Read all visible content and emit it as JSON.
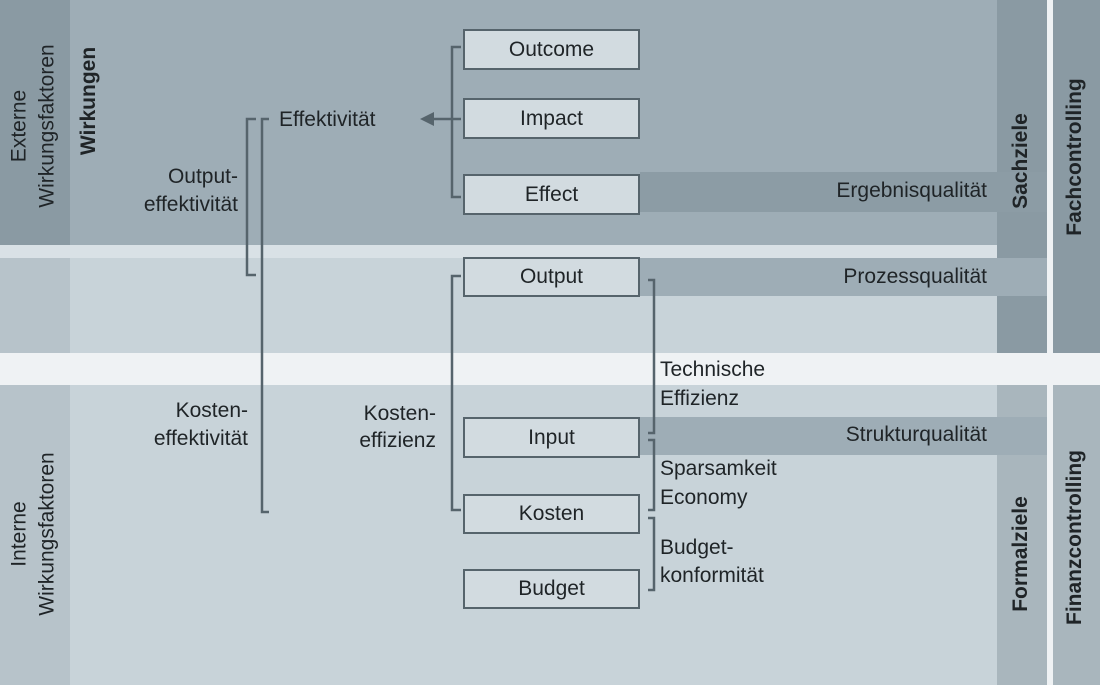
{
  "left_labels": {
    "externe_line1": "Externe",
    "externe_line2": "Wirkungsfaktoren",
    "interne_line1": "Interne",
    "interne_line2": "Wirkungsfaktoren",
    "wirkungen": "Wirkungen"
  },
  "right_labels": {
    "sachziele": "Sachziele",
    "formalziele": "Formalziele",
    "fachcontrolling": "Fachcontrolling",
    "finanzcontrolling": "Finanzcontrolling"
  },
  "effectiveness": {
    "effektivitaet": "Effektivität",
    "output_eff_line1": "Output-",
    "output_eff_line2": "effektivität",
    "kosten_eff_line1": "Kosten-",
    "kosten_eff_line2": "effektivität",
    "kosten_effizienz_line1": "Kosten-",
    "kosten_effizienz_line2": "effizienz"
  },
  "boxes": {
    "outcome": "Outcome",
    "impact": "Impact",
    "effect": "Effect",
    "output": "Output",
    "input": "Input",
    "kosten": "Kosten",
    "budget": "Budget"
  },
  "quality_bands": {
    "ergebnis": "Ergebnisqualität",
    "prozess": "Prozessqualität",
    "struktur": "Strukturqualität"
  },
  "efficiency_labels": {
    "technische_line1": "Technische",
    "technische_line2": "Effizienz",
    "sparsamkeit_line1": "Sparsamkeit",
    "sparsamkeit_line2": "Economy",
    "budget_line1": "Budget-",
    "budget_line2": "konformität"
  },
  "colors": {
    "top_band": "#9eadb6",
    "lower_band": "#c8d3d9",
    "white_stripe": "#eff2f4",
    "side_column_dark": "#7b8b94",
    "quality_band": "#8c9ca5",
    "connector": "#56646c"
  }
}
